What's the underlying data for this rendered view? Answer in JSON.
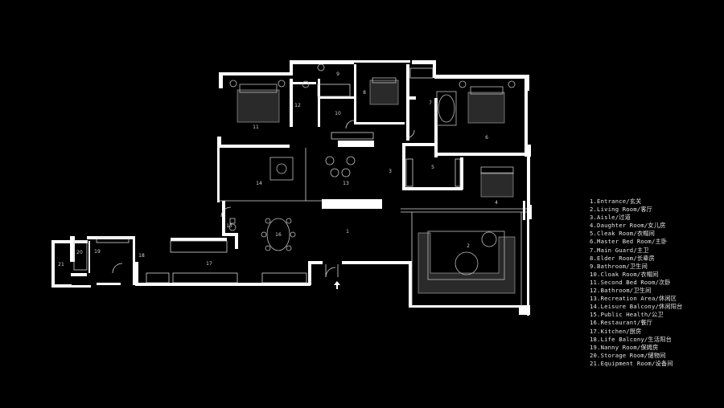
{
  "room_numbers": [
    "1",
    "2",
    "3",
    "4",
    "5",
    "6",
    "7",
    "8",
    "9",
    "10",
    "11",
    "12",
    "13",
    "14",
    "15",
    "16",
    "17",
    "18",
    "19",
    "20",
    "21"
  ],
  "legend": [
    "1.Entrance/玄关",
    "2.Living Room/客厅",
    "3.Aisle/过道",
    "4.Daughter Room/女儿房",
    "5.Cleak Room/衣帽间",
    "6.Master Bed Room/主卧",
    "7.Main Guard/主卫",
    "8.Elder Room/长辈房",
    "9.Bathroom/卫生间",
    "10.Cloak Room/衣帽间",
    "11.Second Bed Room/次卧",
    "12.Bathroom/卫生间",
    "13.Recreation Area/休闲区",
    "14.Leisure Balcony/休闲阳台",
    "15.Public Health/公卫",
    "16.Restaurant/餐厅",
    "17.Kitchen/厨房",
    "18.Life Balcony/生活阳台",
    "19.Nanny Room/保姆房",
    "20.Storage Room/储物间",
    "21.Equipment Room/设备间"
  ],
  "colors": {
    "background": "#000000",
    "walls": "#ffffff",
    "text": "#e6e6e6"
  }
}
